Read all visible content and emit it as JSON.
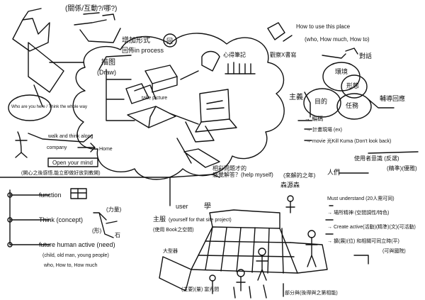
{
  "top": {
    "question": "(關係/互動?/哪?)",
    "method": "描图",
    "method_sub": "(Draw)",
    "add_form": "增加形式",
    "process": "回佈in process",
    "circle_char": "回",
    "photo_label": "take picture",
    "diary_label": "心得筆記",
    "question_help": "相彩問題才的\n感覺解答？(help myself)"
  },
  "right_top": {
    "title": "How to use this place",
    "subtitle": "(who, How much, How to)",
    "draw_note": "觀察X書寫",
    "arrow_label": "對話",
    "center": "主義",
    "bubble_1": "環境",
    "bubble_2": "目的",
    "bubble_3": "形態",
    "bubble_4": "任務",
    "bubble_5": "輔導回應",
    "note_header": "→ 編碼",
    "note_1": "→ 計畫現場 (ex)",
    "note_2": "→ movie 光Kill Kuma (Don't look back)",
    "side_1": "使用者意識 (反選)",
    "side_2": "(精準)(優雅)"
  },
  "left_mid": {
    "who": "Who are you here / Think the whole way",
    "walk": "walk and think along",
    "company": "company",
    "home": "Home",
    "open_mind": "Open your mind",
    "mind_caption": "(開心之後感悟,能立即做好放到教開)"
  },
  "left_bottom": {
    "item_1": "function",
    "item_2": "Think (concept)",
    "item_3": "future human active (need)",
    "item_3_sub": "(child, old man, young people)",
    "item_3_sub2": "who, How to, How much",
    "mark_1": "(力量)",
    "mark_2": "(形)",
    "mark_3": "石"
  },
  "center": {
    "user_label": "user",
    "user_char": "學",
    "main_label": "主服",
    "main_sub": "(yourself for that site project)",
    "main_sub2": "(使用 Book之空間)",
    "bench_label": "大型器",
    "bottom_label": "(主要)(量) 當光間",
    "name_cn": "(來解的之年)",
    "name_cn2": "森源森"
  },
  "right_bottom": {
    "must": "Must understand (20人需可同)",
    "point_1": "→ 場所精神 (空間調性/特色)",
    "point_2": "→ Create active(活動)(精準)(文)(可活動)",
    "point_3": "→ 擴(展)(位) 和相關可同立時(平)",
    "tag_1": "人們",
    "tag_2": "(可與國院)",
    "footer": "部分與(後得與之第相能)"
  }
}
